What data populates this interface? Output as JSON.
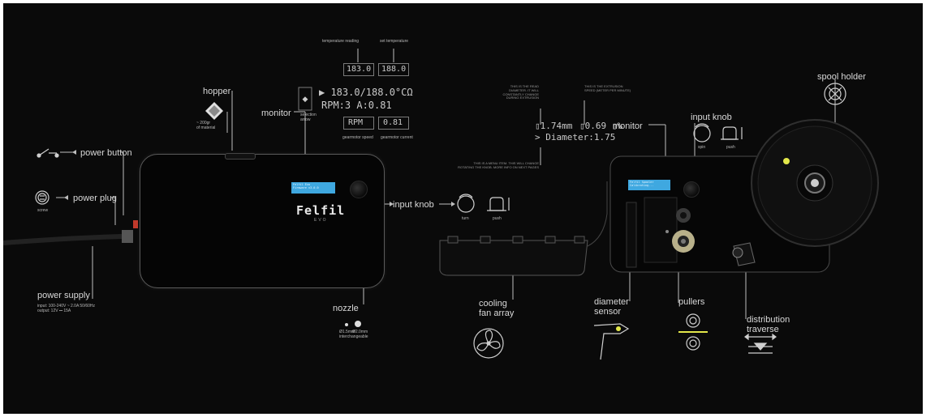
{
  "left_unit": {
    "hopper": "hopper",
    "hopper_capacity": "~ 200gr",
    "hopper_capacity_2": "of material",
    "monitor": "monitor",
    "selection_arrow": "selection",
    "selection_arrow_2": "arrow",
    "temperature_reading_caption": "temperature reading",
    "set_temperature_caption": "set temperature",
    "temp_reading": "183.0",
    "temp_set": "188.0",
    "lcd_line1": "▶ 183.0/188.0°CΩ",
    "lcd_line2": "RPM:3   A:0.81",
    "rpm_label": "RPM",
    "current_value": "0.81",
    "gearmotor_speed": "gearmotor speed",
    "gearmotor_current": "gearmotor current",
    "power_button": "power button",
    "power_plug": "power plug",
    "screw": "screw",
    "power_supply": "power supply",
    "power_input": "input: 100-240V ~ 2.0A 50/60Hz",
    "power_output": "output: 12V ⎓ 15A",
    "input_knob": "input knob",
    "turn": "turn",
    "push": "push",
    "nozzle": "nozzle",
    "nozzle_size_1": "Ø1.5mm",
    "nozzle_size_2": "Ø2.0mm",
    "interchangeable": "interchangeable",
    "brand": "Felfil",
    "brand_sub": "EVO",
    "device_lcd_1": "Felfil Evo",
    "device_lcd_2": "Firmware v3.0.0"
  },
  "right_unit": {
    "read_diameter_note": "THIS IS THE READ DIAMETER. IT WILL CONSTANTLY CHANGE DURING EXTRUSION",
    "extrusion_speed_note": "THIS IS THE EXTRUSION SPEED (METER PER MINUTE)",
    "lcd_line1_a": "▯1.74mm",
    "lcd_line1_b": "▯0.69 ▯%",
    "lcd_line2": "> Diameter:1.75",
    "menu_note": "THIS IS A MENU ITEM. THIS WILL CHANGE ROTATING THE KNOB. MORE INFO ON NEXT PAGES",
    "monitor": "monitor",
    "input_knob": "input knob",
    "spin": "spin",
    "push": "push",
    "spool_holder": "spool holder",
    "cooling_fan_array": "cooling",
    "cooling_fan_array_2": "fan array",
    "diameter_sensor": "diameter",
    "diameter_sensor_2": "sensor",
    "pullers": "pullers",
    "distribution_traverse": "distribution",
    "distribution_traverse_2": "traverse",
    "device_lcd_1": "Felfil Spooler",
    "device_lcd_2": "Calibrating..."
  },
  "colors": {
    "background": "#0a0a0a",
    "lcd": "#3fa8e0",
    "accent": "#e3e84a",
    "label": "#d8d8d8"
  }
}
